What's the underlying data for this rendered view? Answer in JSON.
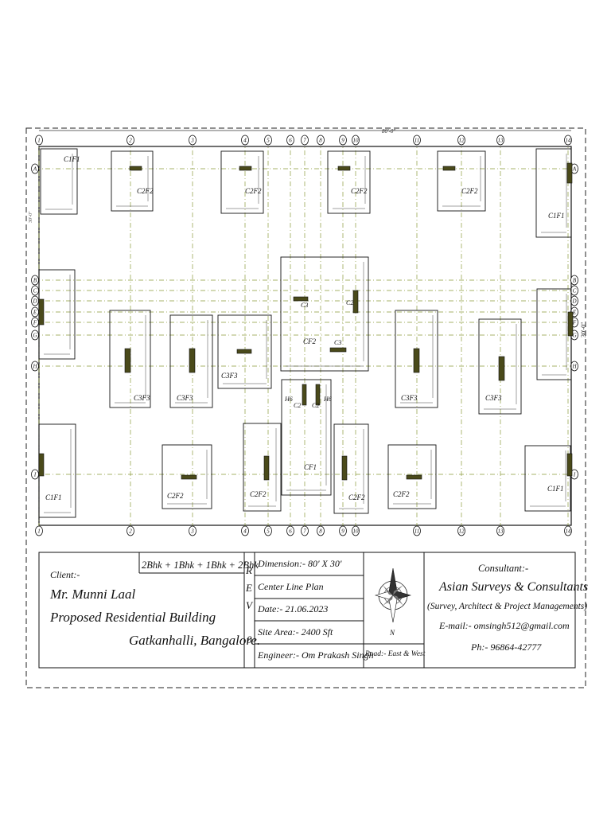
{
  "drawing": {
    "overall_width": "80'-0\"",
    "overall_depth": "30'-0\"",
    "left_dim": "30'-0\"",
    "grid_x_labels": [
      "1",
      "2",
      "3",
      "4",
      "5",
      "6",
      "7",
      "8",
      "9",
      "10",
      "11",
      "12",
      "13",
      "14"
    ],
    "grid_y_labels": [
      "A",
      "B",
      "C",
      "D",
      "E",
      "F",
      "G",
      "H",
      "I"
    ],
    "footings": [
      {
        "label": "C1F1"
      },
      {
        "label": "C2F2"
      },
      {
        "label": "C2F2"
      },
      {
        "label": "C2F2"
      },
      {
        "label": "C2F2"
      },
      {
        "label": "C1F1"
      },
      {
        "label": ""
      },
      {
        "label": "C3F3"
      },
      {
        "label": "C3F3"
      },
      {
        "label": "C3F3"
      },
      {
        "label": "CF2"
      },
      {
        "label": "C3F3"
      },
      {
        "label": "C3F3"
      },
      {
        "label": ""
      },
      {
        "label": "CF1"
      },
      {
        "label": "C1F1"
      },
      {
        "label": "C2F2"
      },
      {
        "label": "C2F2"
      },
      {
        "label": "C2F2"
      },
      {
        "label": "C2F2"
      },
      {
        "label": "C1F1"
      }
    ],
    "column_tags": {
      "c3a": "C3",
      "c2a": "C2",
      "c3b": "C3",
      "h6a": "H6",
      "c2b": "C2",
      "c2c": "C2",
      "h6b": "H6"
    }
  },
  "title_block": {
    "unit_config": "2Bhk + 1Bhk + 1Bhk + 2Bhk",
    "client_label": "Client:-",
    "client_name": "Mr. Munni Laal",
    "project": "Proposed Residential Building",
    "location": "Gatkanhalli, Bangalore.",
    "rev_letters": [
      "R",
      "E",
      "V"
    ],
    "rev_number": "0",
    "dimension": "Dimension:- 80' X 30'",
    "plan_type": "Center Line Plan",
    "date": "Date:- 21.06.2023",
    "site_area": "Site Area:- 2400 Sft",
    "engineer": "Engineer:- Om Prakash Singh",
    "north": "N",
    "road": "Road:- East & West",
    "consultant_label": "Consultant:-",
    "consultant_name": "Asian Surveys & Consultants",
    "consultant_services": "(Survey, Architect & Project Managements)",
    "email": "E-mail:- omsingh512@gmail.com",
    "phone": "Ph:- 96864-42777"
  }
}
